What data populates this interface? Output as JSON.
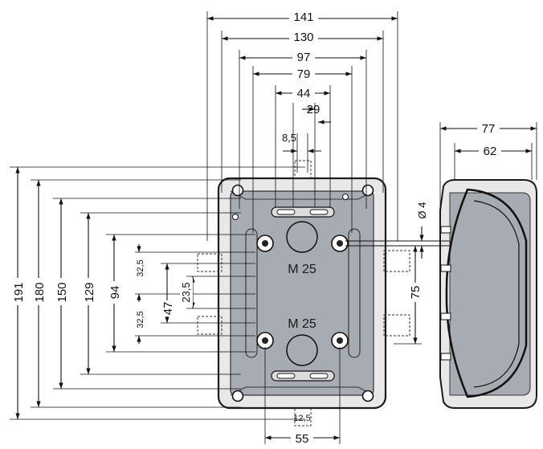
{
  "colors": {
    "line": "#111111",
    "box_fill": "#a7adb3",
    "box_inner": "#9aa1a8",
    "frame": "#e6e6e6",
    "frame_edge": "#1c1c1c"
  },
  "dimensions": {
    "top": [
      "141",
      "130",
      "97",
      "79",
      "44",
      "29",
      "8,5"
    ],
    "left": [
      "191",
      "180",
      "150",
      "129",
      "94",
      "32,5",
      "32,5",
      "47",
      "23,5"
    ],
    "right": [
      "Ø 4",
      "75"
    ],
    "bottom": [
      "12,5",
      "55"
    ],
    "side_view": [
      "77",
      "62"
    ]
  },
  "entries": {
    "upper": "M 25",
    "lower": "M 25"
  }
}
